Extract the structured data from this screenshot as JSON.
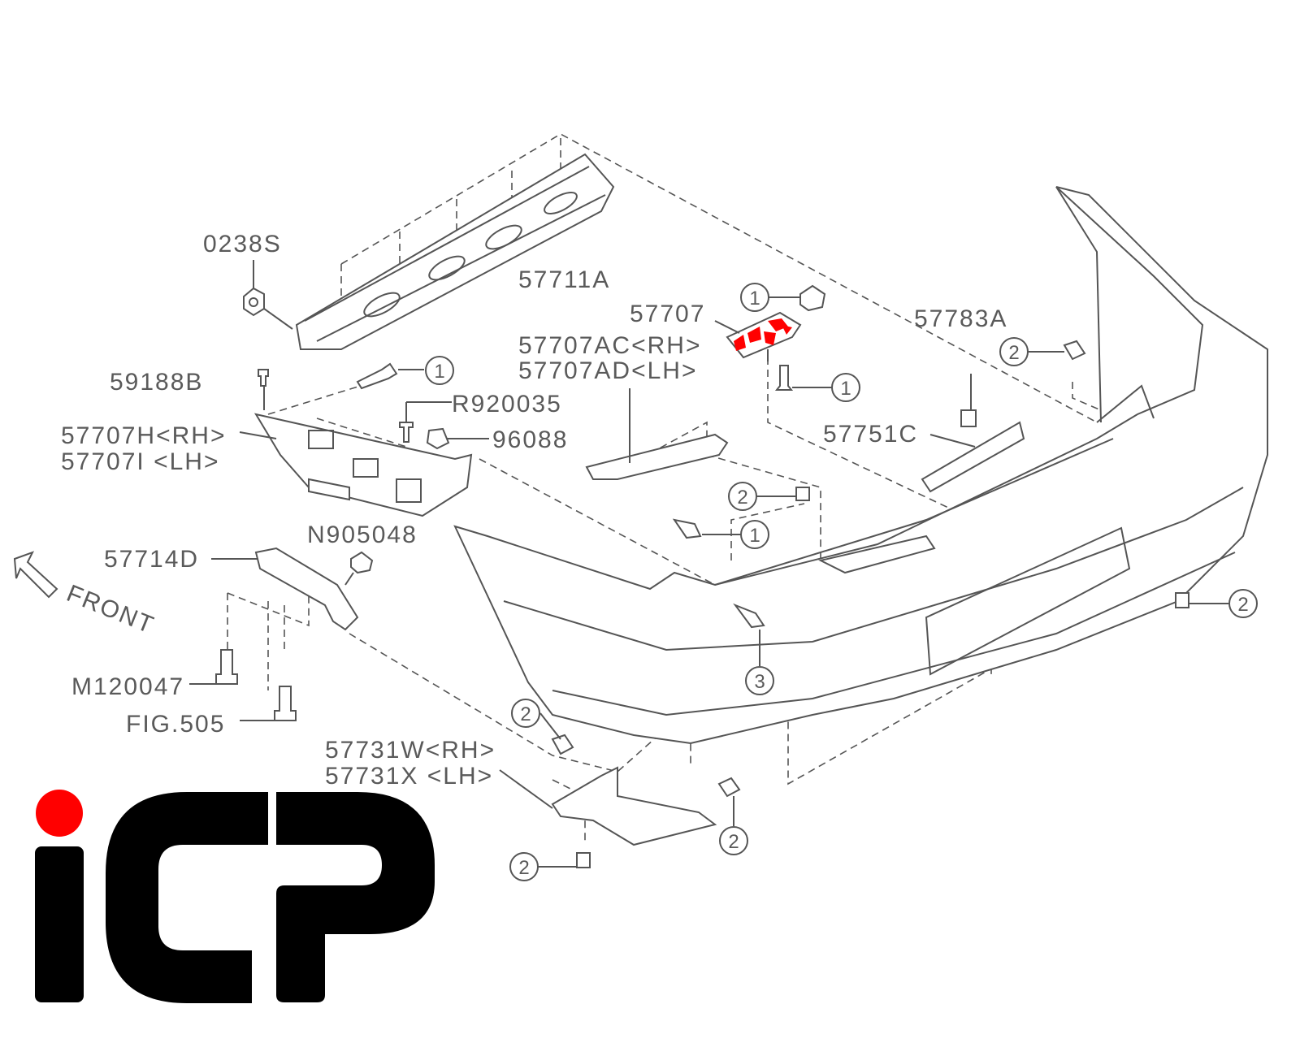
{
  "diagram": {
    "labels": {
      "p0238s": "0238S",
      "p57711a": "57711A",
      "p57707": "57707",
      "p57707ac": "57707AC<RH>",
      "p57707ad": "57707AD<LH>",
      "p57783a": "57783A",
      "p59188b": "59188B",
      "pr920035": "R920035",
      "p57707h": "57707H<RH>",
      "p57707i": "57707I <LH>",
      "p96088": "96088",
      "p57751c": "57751C",
      "pn905048": "N905048",
      "p57714d": "57714D",
      "front": "FRONT",
      "pm120047": "M120047",
      "fig505": "FIG.505",
      "p57731w": "57731W<RH>",
      "p57731x": "57731X <LH>"
    },
    "callouts": [
      "1",
      "2",
      "3"
    ],
    "highlight_color": "#ff0000"
  },
  "logo": {
    "text": "iCP",
    "dot_color": "#ff0000"
  }
}
